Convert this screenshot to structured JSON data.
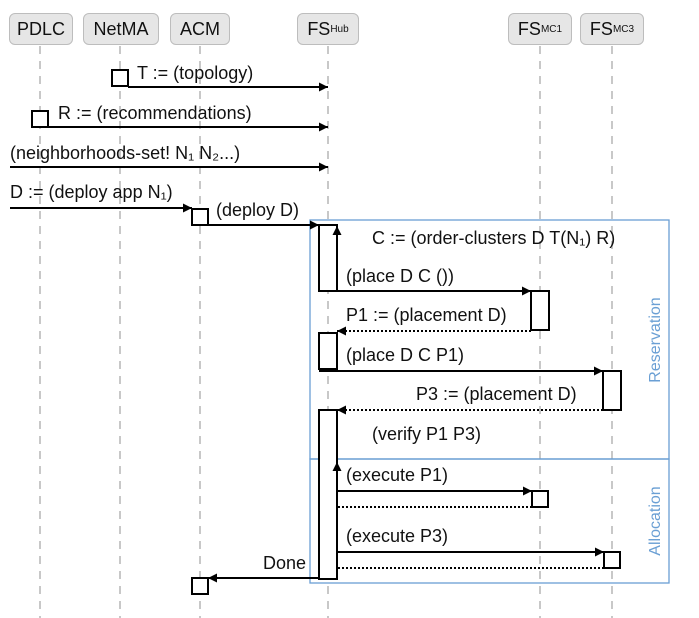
{
  "lanes": {
    "pdlc": "PDLC",
    "netma": "NetMA",
    "acm": "ACM",
    "fshub": {
      "main": "FS",
      "sub": "Hub"
    },
    "fsmc1": {
      "main": "FS",
      "sub": "MC1"
    },
    "fsmc3": {
      "main": "FS",
      "sub": "MC3"
    }
  },
  "messages": {
    "topology": "T := (topology)",
    "recommendations": "R := (recommendations)",
    "neighborhoods": "(neighborhoods-set! N₁ N₂...)",
    "deploy_app": "D := (deploy app N₁)",
    "deploy_d": "(deploy D)",
    "order_clusters": "C := (order-clusters D T(N₁) R)",
    "place_dc_empty": "(place D C ())",
    "p1_placement": "P1 := (placement D)",
    "place_dc_p1": "(place D C P1)",
    "p3_placement": "P3 := (placement D)",
    "verify": "(verify P1 P3)",
    "execute_p1": "(execute P1)",
    "execute_p3": "(execute P3)",
    "done": "Done"
  },
  "frames": {
    "reservation": "Reservation",
    "allocation": "Allocation"
  },
  "colors": {
    "line": "#000000",
    "lifeline": "#c8c8c8",
    "frame": "#6a9fd4",
    "frame_label": "#6a9fd4",
    "lane_fill": "#e6e6e6"
  }
}
